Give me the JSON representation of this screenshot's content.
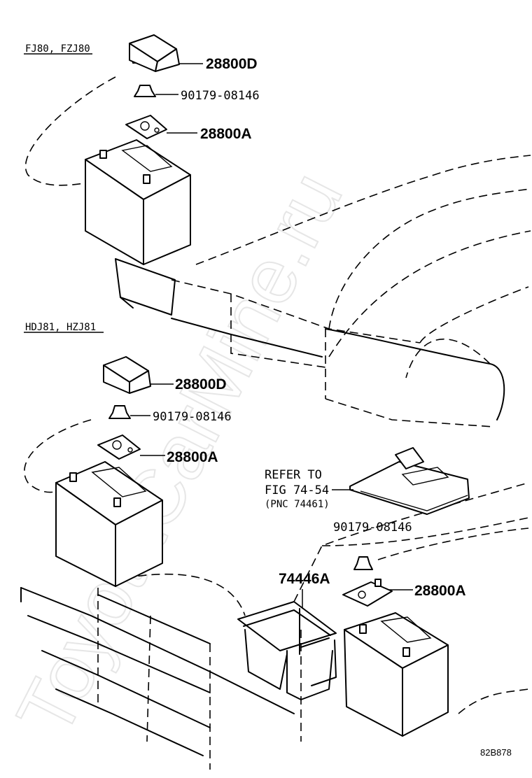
{
  "watermark": "ToyotaCarMine.ru",
  "section_top": {
    "models": "FJ80, FZJ80"
  },
  "section_bottom": {
    "models": "HDJ81, HZJ81"
  },
  "callouts_top": {
    "cover": "28800D",
    "nut": "90179-08146",
    "terminal": "28800A"
  },
  "callouts_bottom": {
    "cover": "28800D",
    "nut": "90179-08146",
    "terminal": "28800A",
    "refer_line1": "REFER TO",
    "refer_line2": "FIG 74-54",
    "refer_line3": "(PNC 74461)",
    "nut_right": "90179-08146",
    "bracket": "74446A",
    "terminal_right": "28800A"
  },
  "figure_code": "82B878"
}
